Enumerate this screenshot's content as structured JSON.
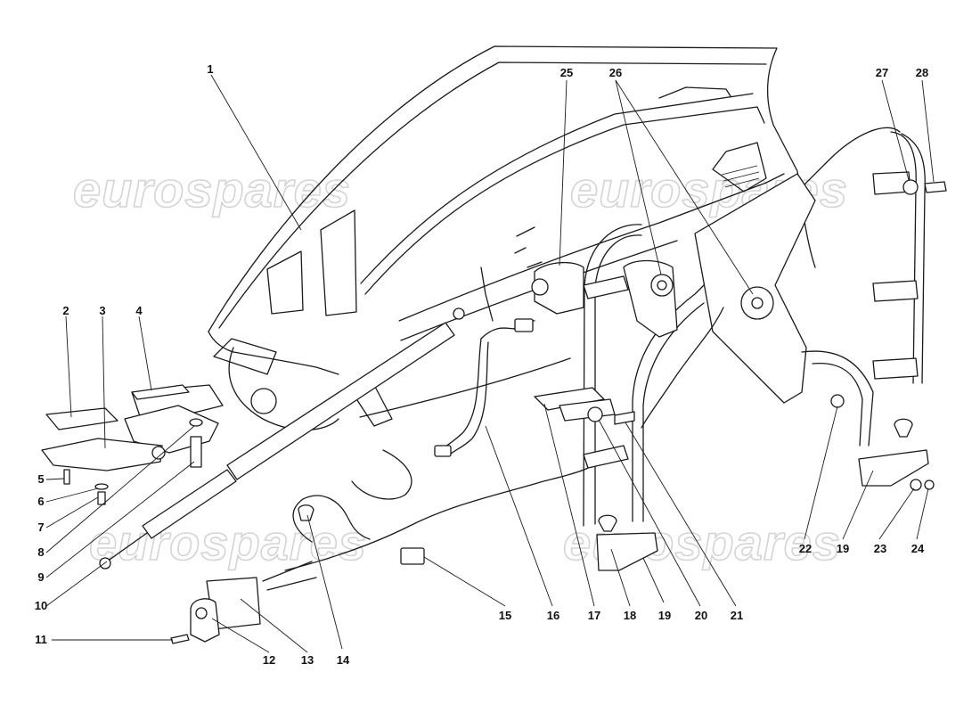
{
  "watermark": {
    "text": "eurospares",
    "color": "#d4d4d4"
  },
  "callouts": [
    {
      "id": "c1",
      "label": "1"
    },
    {
      "id": "c2",
      "label": "2"
    },
    {
      "id": "c3",
      "label": "3"
    },
    {
      "id": "c4",
      "label": "4"
    },
    {
      "id": "c5",
      "label": "5"
    },
    {
      "id": "c6",
      "label": "6"
    },
    {
      "id": "c7",
      "label": "7"
    },
    {
      "id": "c8",
      "label": "8"
    },
    {
      "id": "c9",
      "label": "9"
    },
    {
      "id": "c10",
      "label": "10"
    },
    {
      "id": "c11",
      "label": "11"
    },
    {
      "id": "c12",
      "label": "12"
    },
    {
      "id": "c13",
      "label": "13"
    },
    {
      "id": "c14",
      "label": "14"
    },
    {
      "id": "c15",
      "label": "15"
    },
    {
      "id": "c16",
      "label": "16"
    },
    {
      "id": "c17",
      "label": "17"
    },
    {
      "id": "c18",
      "label": "18"
    },
    {
      "id": "c19a",
      "label": "19"
    },
    {
      "id": "c19b",
      "label": "19"
    },
    {
      "id": "c20",
      "label": "20"
    },
    {
      "id": "c21",
      "label": "21"
    },
    {
      "id": "c22",
      "label": "22"
    },
    {
      "id": "c23",
      "label": "23"
    },
    {
      "id": "c24",
      "label": "24"
    },
    {
      "id": "c25",
      "label": "25"
    },
    {
      "id": "c26",
      "label": "26"
    },
    {
      "id": "c27",
      "label": "27"
    },
    {
      "id": "c28",
      "label": "28"
    }
  ]
}
